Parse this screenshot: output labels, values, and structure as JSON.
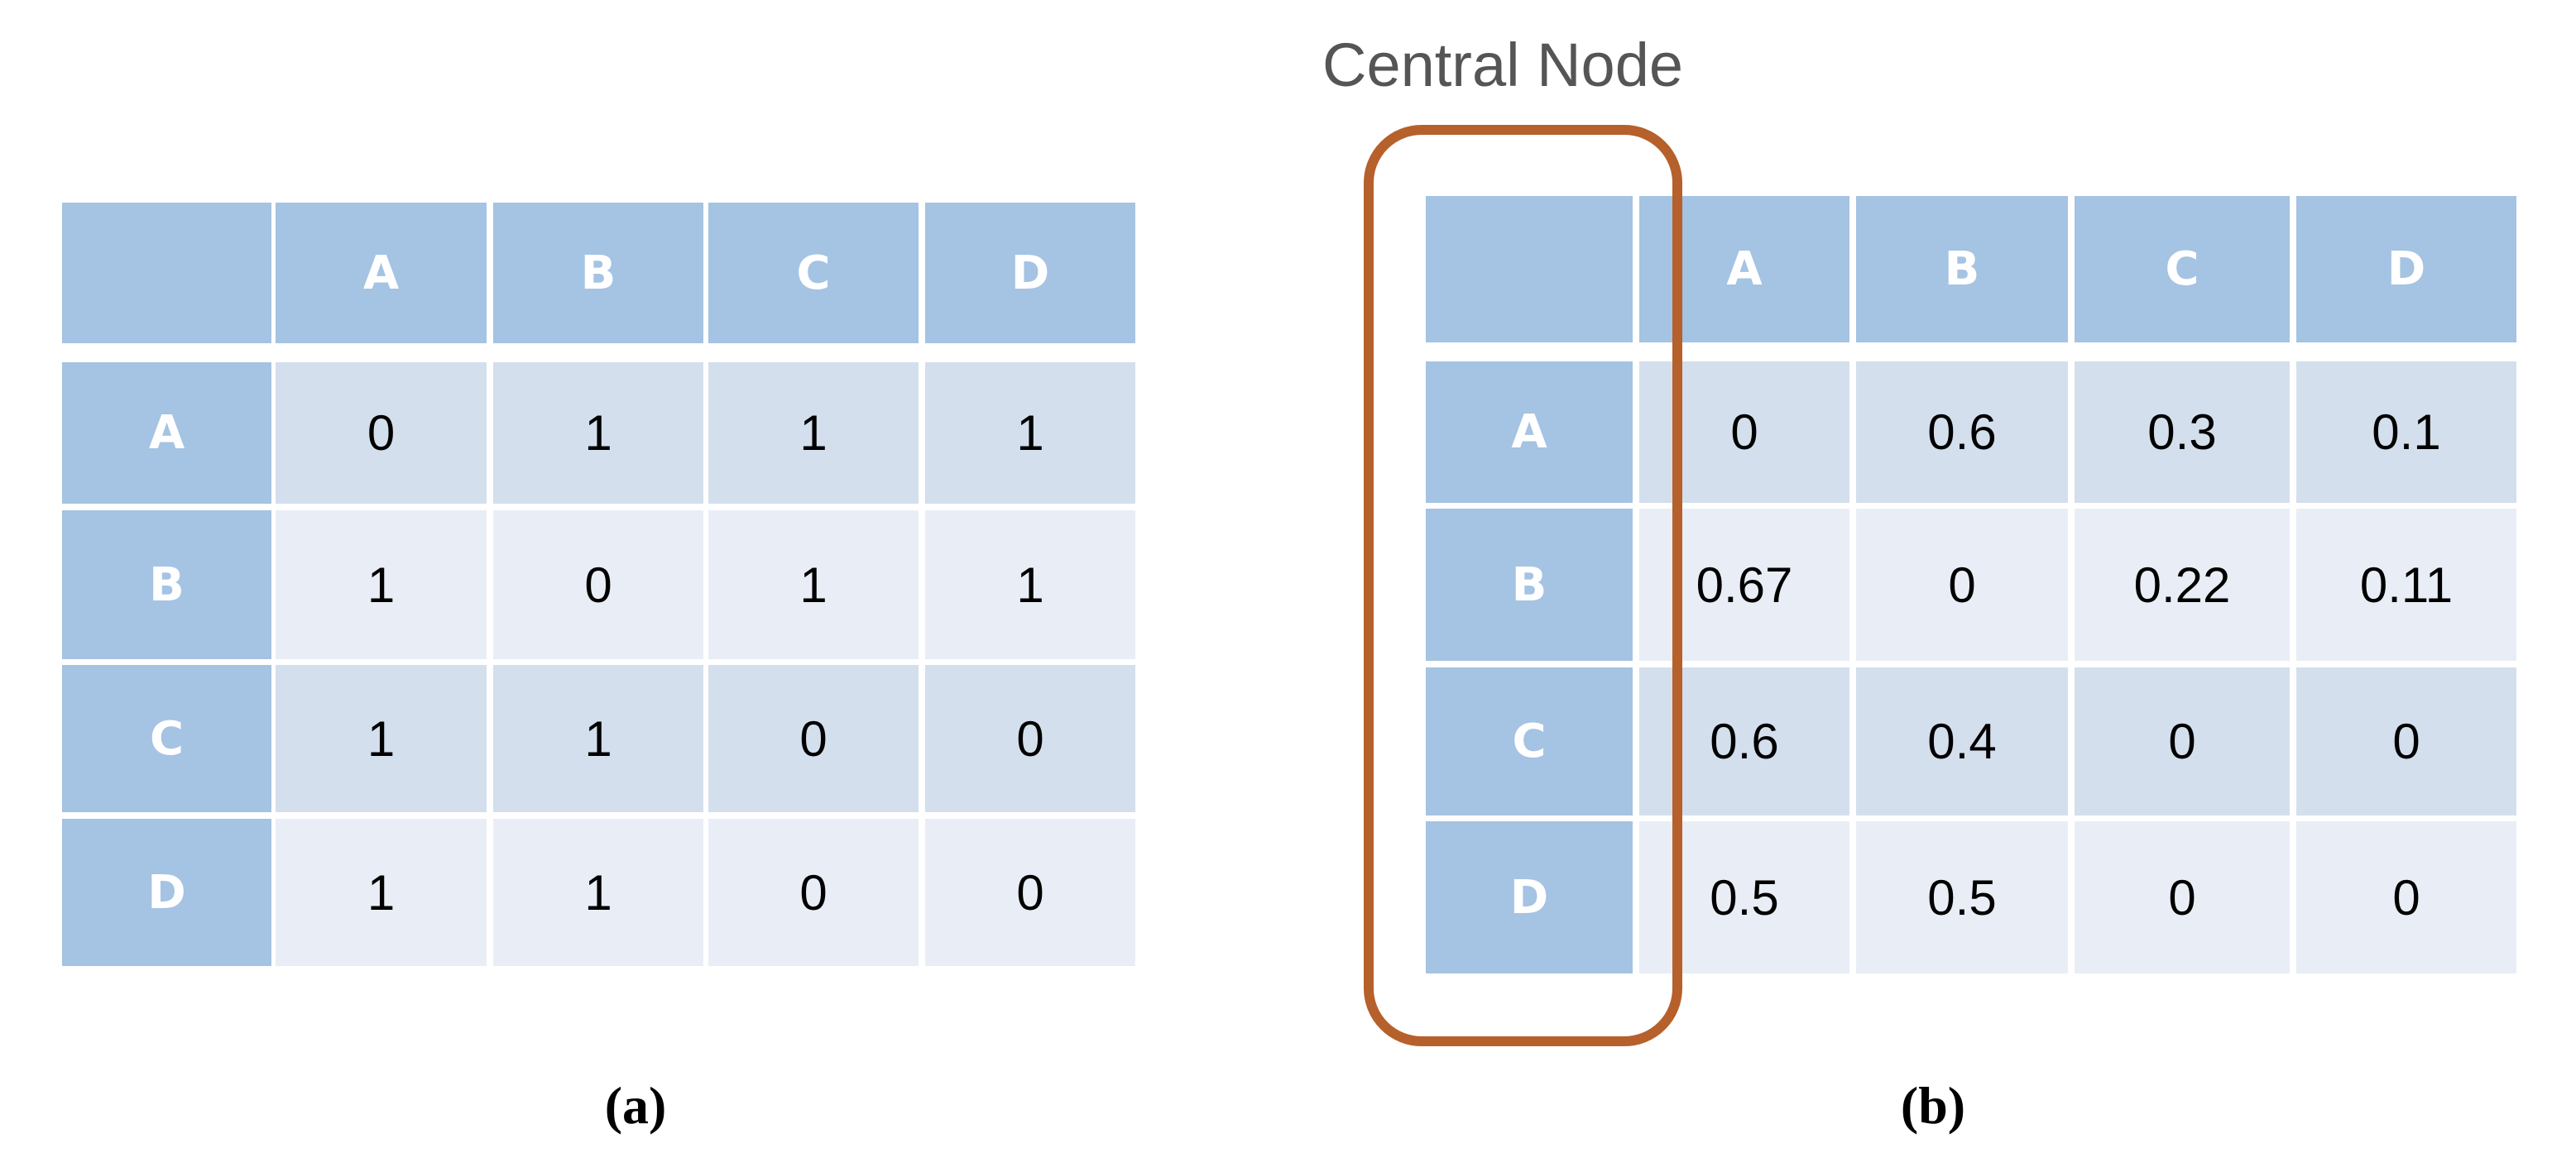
{
  "tables": [
    {
      "caption": "(a)",
      "columns": [
        "A",
        "B",
        "C",
        "D"
      ],
      "rows": [
        {
          "label": "A",
          "values": [
            "0",
            "1",
            "1",
            "1"
          ]
        },
        {
          "label": "B",
          "values": [
            "1",
            "0",
            "1",
            "1"
          ]
        },
        {
          "label": "C",
          "values": [
            "1",
            "1",
            "0",
            "0"
          ]
        },
        {
          "label": "D",
          "values": [
            "1",
            "1",
            "0",
            "0"
          ]
        }
      ]
    },
    {
      "caption": "(b)",
      "columns": [
        "A",
        "B",
        "C",
        "D"
      ],
      "rows": [
        {
          "label": "A",
          "values": [
            "0",
            "0.6",
            "0.3",
            "0.1"
          ]
        },
        {
          "label": "B",
          "values": [
            "0.67",
            "0",
            "0.22",
            "0.11"
          ]
        },
        {
          "label": "C",
          "values": [
            "0.6",
            "0.4",
            "0",
            "0"
          ]
        },
        {
          "label": "D",
          "values": [
            "0.5",
            "0.5",
            "0",
            "0"
          ]
        }
      ]
    }
  ],
  "highlight": {
    "label": "Central Node",
    "color": "#B6602B"
  },
  "colors": {
    "header": "#A5C3E2",
    "row_dark": "#D4DFED",
    "row_light": "#E9EEF6"
  }
}
